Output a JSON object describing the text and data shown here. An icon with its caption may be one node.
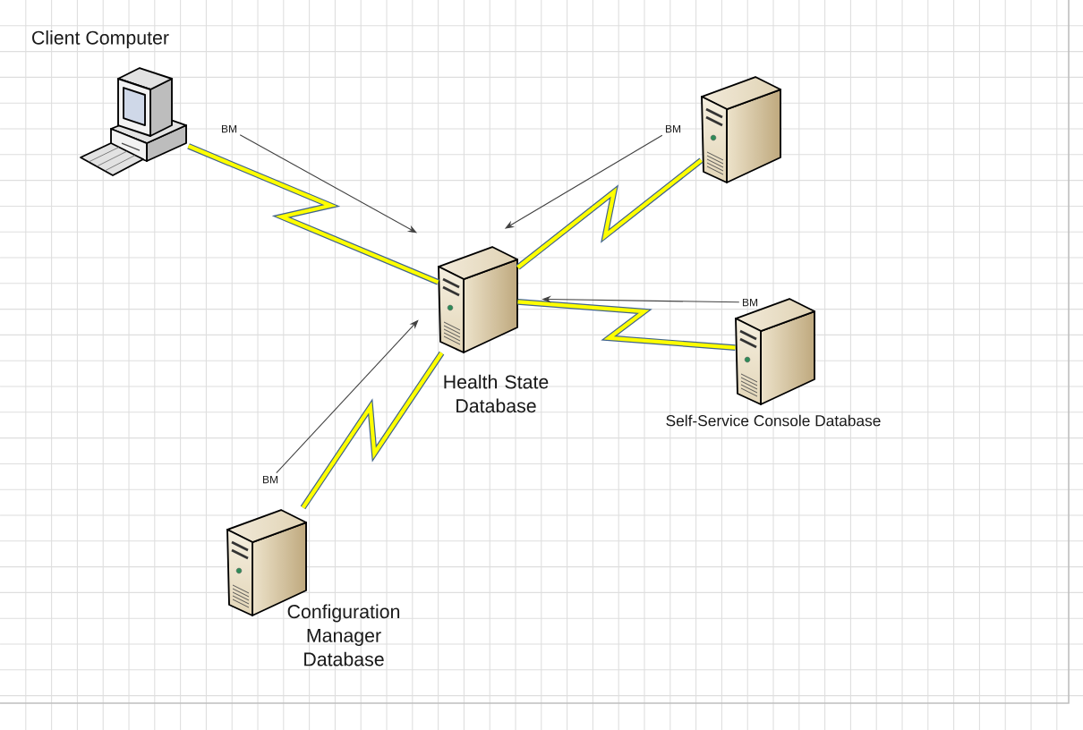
{
  "diagram": {
    "nodes": [
      {
        "text": [
          "Client Computer"
        ]
      },
      {
        "text": [],
        "shape": "picture"
      },
      {
        "text": [
          "Health State Database"
        ]
      },
      {
        "text": [
          "Self-Service Console Database"
        ]
      },
      {
        "text": [
          "Configuration Manager Database"
        ]
      },
      {
        "text": [
          "BM"
        ]
      },
      {
        "text": [
          "BM"
        ]
      },
      {
        "text": [
          "BM"
        ]
      },
      {
        "text": [
          "BM"
        ]
      }
    ],
    "edges": [
      {
        "from": 0,
        "to": 2,
        "arrow": "none",
        "style": "thick",
        "color": "#41648c"
      },
      {
        "from": 1,
        "to": 2,
        "arrow": "none",
        "style": "thick",
        "color": "#41648c"
      },
      {
        "from": 3,
        "to": 2,
        "arrow": "none",
        "style": "thick",
        "color": "#41648c"
      },
      {
        "from": 4,
        "to": 2,
        "arrow": "none",
        "style": "thick",
        "color": "#41648c"
      },
      {
        "from": 5,
        "to": 2,
        "arrow": "to"
      },
      {
        "from": 6,
        "to": 2,
        "arrow": "to"
      },
      {
        "from": 7,
        "to": 2,
        "arrow": "to"
      },
      {
        "from": 8,
        "to": 2,
        "arrow": "to"
      }
    ]
  }
}
